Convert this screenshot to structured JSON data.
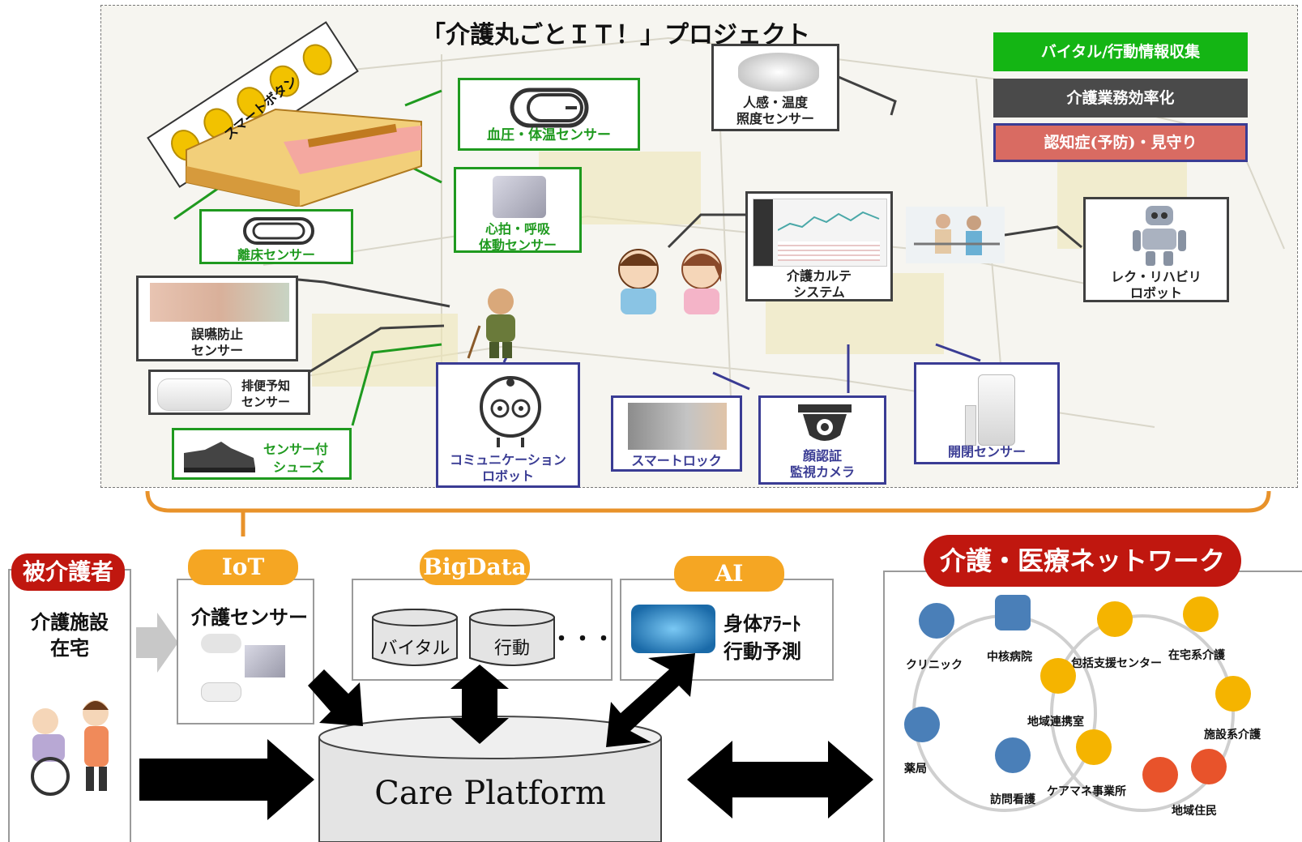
{
  "project": {
    "title": "「介護丸ごとＩＴ！」プロジェクト"
  },
  "legend": [
    {
      "label": "バイタル/行動情報収集",
      "color": "#14b514"
    },
    {
      "label": "介護業務効率化",
      "color": "#4a4a4a"
    },
    {
      "label": "認知症(予防)・見守り",
      "color": "#d96b62"
    }
  ],
  "devices": {
    "smart_button": "スマートボタン",
    "bp_temp": "血圧・体温センサー",
    "heartbeat": [
      "心拍・呼吸",
      "体動センサー"
    ],
    "bed_exit": "離床センサー",
    "motion_temp": [
      "人感・温度",
      "照度センサー"
    ],
    "care_record": [
      "介護カルテ",
      "システム"
    ],
    "rehab_robot": [
      "レク・リハビリ",
      "ロボット"
    ],
    "aspiration": [
      "誤嚥防止",
      "センサー"
    ],
    "excretion": [
      "排便予知",
      "センサー"
    ],
    "shoes": [
      "センサー付",
      "シューズ"
    ],
    "comm_robot": [
      "コミュニケーション",
      "ロボット"
    ],
    "smart_lock": "スマートロック",
    "face_camera": [
      "顔認証",
      "監視カメラ"
    ],
    "door_sensor": "開閉センサー"
  },
  "platform": {
    "care_receiver_tag": "被介護者",
    "care_receiver_text": [
      "介護施設",
      "在宅"
    ],
    "iot_tag": "IoT",
    "iot_text": "介護センサー",
    "bigdata_tag": "BigData",
    "db_vital": "バイタル",
    "db_behavior": "行動",
    "dots": "・・・",
    "ai_tag": "AI",
    "ai_text": [
      "身体ｱﾗｰﾄ",
      "行動予測"
    ],
    "care_platform": "Care Platform"
  },
  "network": {
    "title": "介護・医療ネットワーク",
    "nodes": [
      {
        "label": "クリニック",
        "color": "#4a7fb8"
      },
      {
        "label": "中核病院",
        "color": "#4a7fb8"
      },
      {
        "label": "包括支援センター",
        "color": "#f5b400"
      },
      {
        "label": "在宅系介護",
        "color": "#f5b400"
      },
      {
        "label": "地域連携室",
        "color": "#f5b400"
      },
      {
        "label": "施設系介護",
        "color": "#f5b400"
      },
      {
        "label": "薬局",
        "color": "#4a7fb8"
      },
      {
        "label": "訪問看護",
        "color": "#4a7fb8"
      },
      {
        "label": "ケアマネ事業所",
        "color": "#f5b400"
      },
      {
        "label": "地域住民",
        "color": "#e8532b"
      }
    ]
  }
}
